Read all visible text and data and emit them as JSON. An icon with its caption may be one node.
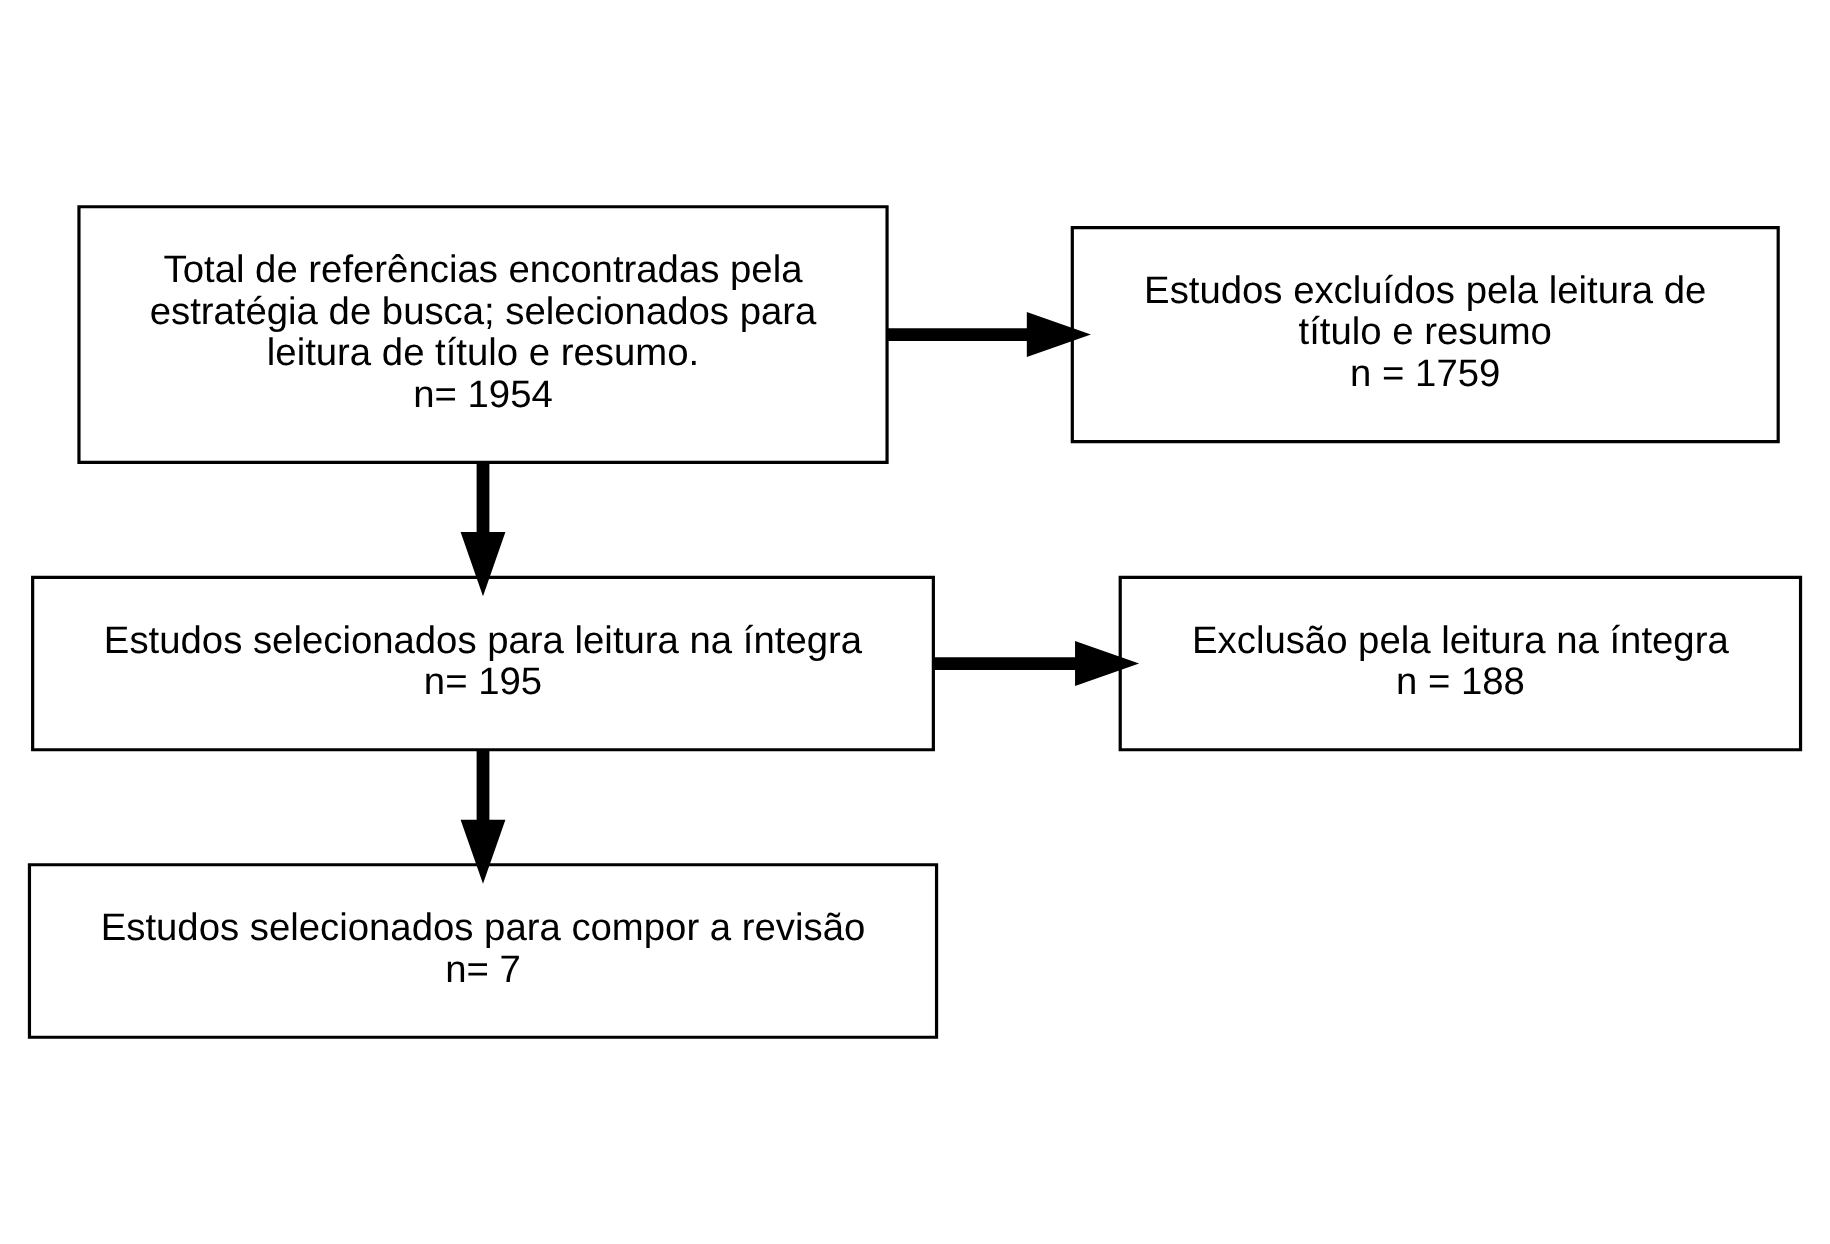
{
  "diagram": {
    "nodes": [
      {
        "text": [
          "Total de referências encontradas pela estratégia de busca; selecionados para leitura de título e resumo.",
          "n= 1954"
        ]
      },
      {
        "text": [
          "Estudos excluídos pela leitura de título e resumo",
          "n = 1759"
        ]
      },
      {
        "text": [
          "Estudos selecionados para leitura na íntegra",
          "n= 195"
        ]
      },
      {
        "text": [
          "Exclusão pela leitura na íntegra",
          "n = 188"
        ]
      },
      {
        "text": [
          "Estudos selecionados para compor a revisão",
          "n= 7"
        ]
      }
    ],
    "edges": [
      {
        "from": 0,
        "to": 1,
        "arrow": "to"
      },
      {
        "from": 0,
        "to": 2,
        "arrow": "to"
      },
      {
        "from": 2,
        "to": 3,
        "arrow": "to"
      },
      {
        "from": 2,
        "to": 4,
        "arrow": "to"
      }
    ]
  }
}
